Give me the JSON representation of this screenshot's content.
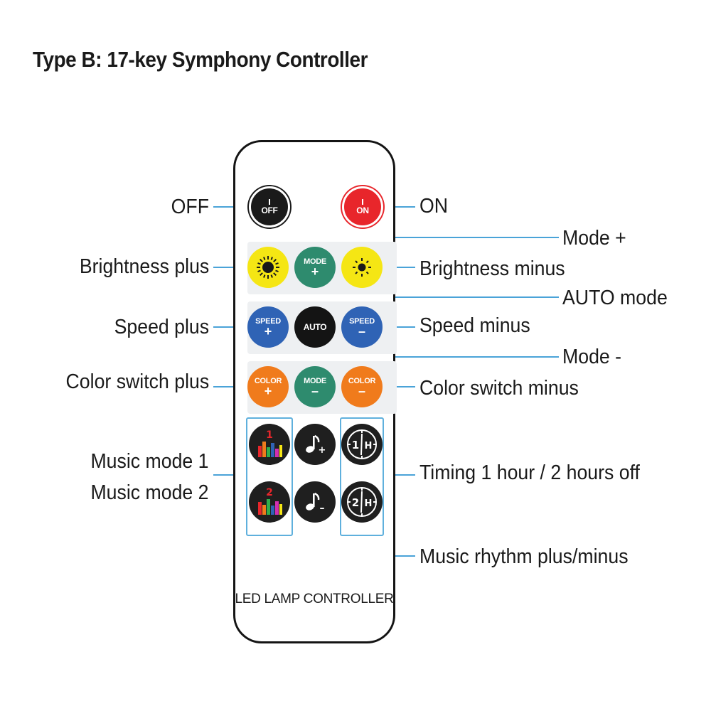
{
  "title": "Type B: 17-key Symphony Controller",
  "labels": {
    "off": "OFF",
    "on": "ON",
    "mode_plus": "Mode +",
    "brightness_plus": "Brightness plus",
    "brightness_minus": "Brightness minus",
    "auto_mode": "AUTO mode",
    "speed_plus": "Speed plus",
    "speed_minus": "Speed minus",
    "mode_minus": "Mode -",
    "color_switch_plus": "Color switch plus",
    "color_switch_minus": "Color switch minus",
    "music_mode_1": "Music mode 1",
    "music_mode_2": "Music mode 2",
    "timing": "Timing 1 hour / 2 hours off",
    "music_rhythm": "Music rhythm plus/minus"
  },
  "buttons": {
    "off": "OFF",
    "on": "ON",
    "mode_plus_top": "MODE",
    "mode_plus_sign": "+",
    "speed_plus_top": "SPEED",
    "speed_plus_sign": "+",
    "auto": "AUTO",
    "speed_minus_top": "SPEED",
    "speed_minus_sign": "–",
    "color_plus_top": "COLOR",
    "color_plus_sign": "+",
    "mode_minus_top": "MODE",
    "mode_minus_sign": "–",
    "color_minus_top": "COLOR",
    "color_minus_sign": "–",
    "music1_num": "1",
    "music2_num": "2",
    "rhythm_plus_sign": "+",
    "rhythm_minus_sign": "–",
    "timer1_num": "1",
    "timer2_num": "2",
    "timer_h": "H"
  },
  "footer": "LED LAMP CONTROLLER",
  "colors": {
    "leader_line": "#4aa3d8",
    "off_button": "#1a1a1a",
    "on_button": "#e8262b",
    "brightness_button": "#f5e614",
    "mode_button": "#2e8b6e",
    "speed_button": "#2f63b5",
    "auto_button": "#141414",
    "color_button": "#f07b1c",
    "dark_button": "#1f1f1f"
  },
  "icons": [
    "power-icon",
    "sun-icon",
    "equalizer-icon",
    "music-note-icon",
    "clock-icon"
  ]
}
